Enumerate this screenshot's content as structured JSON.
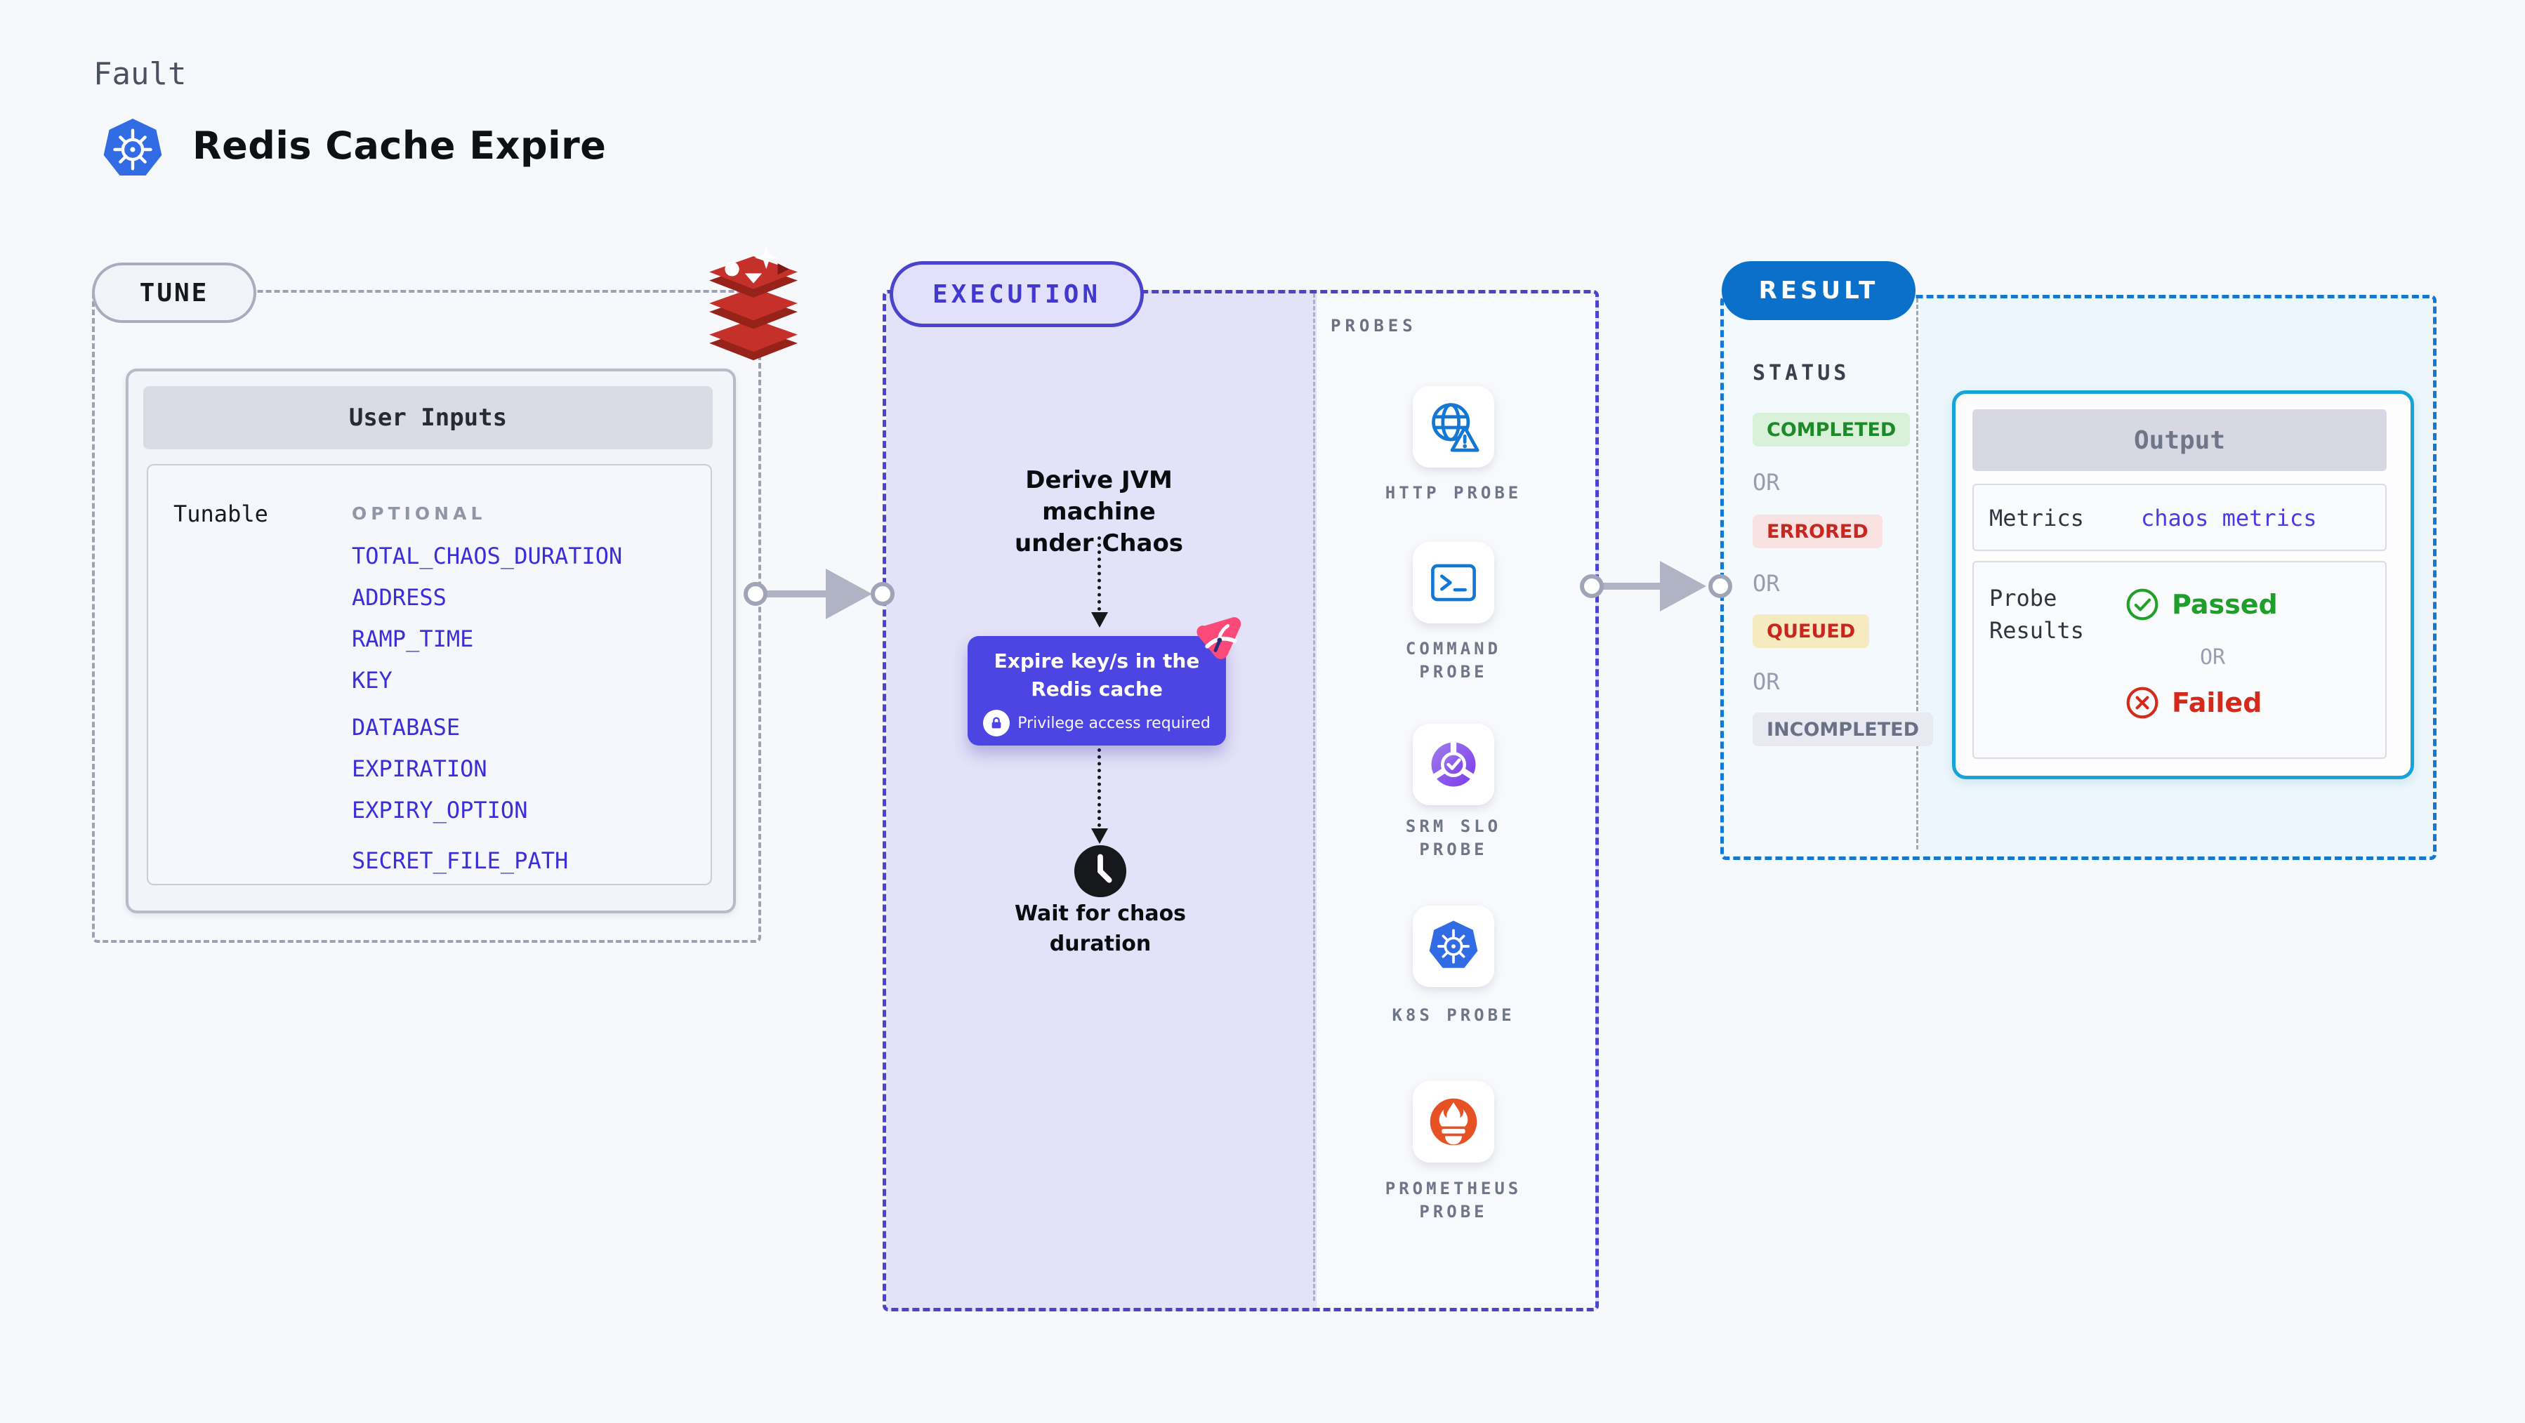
{
  "header": {
    "eyebrow": "Fault",
    "title": "Redis Cache Expire"
  },
  "tune": {
    "badge": "TUNE",
    "card_title": "User Inputs",
    "row_label": "Tunable",
    "group_label": "OPTIONAL",
    "items": [
      "TOTAL_CHAOS_DURATION",
      "ADDRESS",
      "RAMP_TIME",
      "KEY",
      "DATABASE",
      "EXPIRATION",
      "EXPIRY_OPTION",
      "SECRET_FILE_PATH"
    ]
  },
  "execution": {
    "badge": "EXECUTION",
    "derive_lines": [
      "Derive JVM machine",
      "under Chaos"
    ],
    "action_lines": [
      "Expire key/s in the",
      "Redis cache"
    ],
    "privilege_note": "Privilege access required",
    "wait_lines": [
      "Wait for chaos",
      "duration"
    ]
  },
  "probes": {
    "label": "PROBES",
    "items": [
      {
        "icon": "http-probe-icon",
        "lines": [
          "HTTP PROBE",
          ""
        ]
      },
      {
        "icon": "command-probe-icon",
        "lines": [
          "COMMAND",
          "PROBE"
        ]
      },
      {
        "icon": "srm-slo-probe-icon",
        "lines": [
          "SRM SLO",
          "PROBE"
        ]
      },
      {
        "icon": "k8s-probe-icon",
        "lines": [
          "K8S PROBE",
          ""
        ]
      },
      {
        "icon": "prometheus-probe-icon",
        "lines": [
          "PROMETHEUS",
          "PROBE"
        ]
      }
    ]
  },
  "result": {
    "badge": "RESULT",
    "status_label": "STATUS",
    "or_label": "OR",
    "statuses": [
      {
        "label": "COMPLETED",
        "bg": "#D9F0D9",
        "fg": "#1C8A28"
      },
      {
        "label": "ERRORED",
        "bg": "#FAE2E2",
        "fg": "#C7271E"
      },
      {
        "label": "QUEUED",
        "bg": "#F6EBC0",
        "fg": "#C7271E"
      },
      {
        "label": "INCOMPLETED",
        "bg": "#E8E9F1",
        "fg": "#6A7187"
      }
    ],
    "output": {
      "title": "Output",
      "metrics_label": "Metrics",
      "metrics_value": "chaos metrics",
      "probe_results_lines": [
        "Probe",
        "Results"
      ],
      "passed_label": "Passed",
      "or_label": "OR",
      "failed_label": "Failed"
    }
  },
  "colors": {
    "page_bg": "#F7F8FB",
    "accent_indigo": "#4A43CC",
    "action_purple": "#4D44E4",
    "result_blue": "#0B70CA",
    "output_border": "#16A3DA",
    "param_link_blue": "#392EDA",
    "passed_green": "#1F9E2B",
    "failed_red": "#D42A1C",
    "queued_bg": "#F6EBC0",
    "errored_bg": "#FAE2E2",
    "completed_bg": "#D9F0D9",
    "pink_logo": "#FB4A78",
    "redis_red": "#C6302B",
    "kubernetes_blue": "#326CE5",
    "prometheus_orange": "#E75225",
    "probe_icon_blue": "#1477D3"
  }
}
